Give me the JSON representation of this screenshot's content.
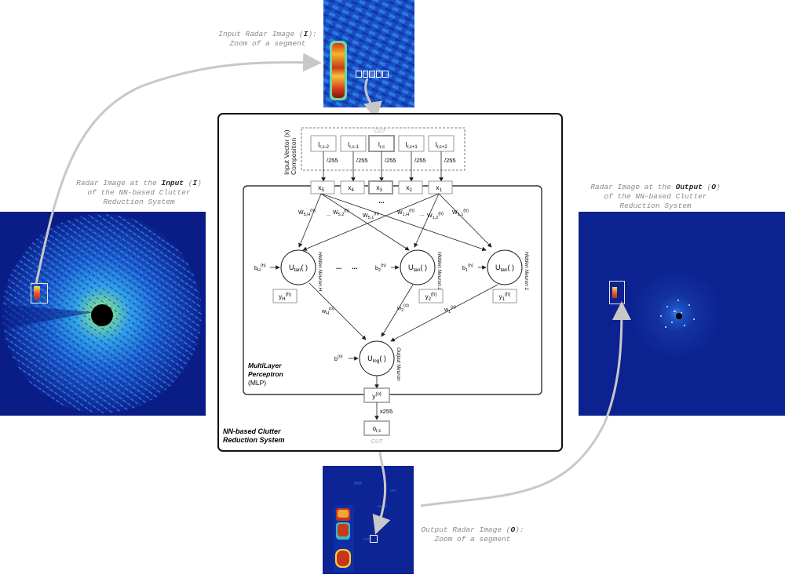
{
  "captions": {
    "input_top_line1_pre": "Input Radar Image (",
    "input_top_line1_bold": "I",
    "input_top_line1_post": "):",
    "input_top_line2": "Zoom of a segment",
    "input_left_line1_pre": "Radar Image at the ",
    "input_left_line1_bold": "Input",
    "input_left_line1_mid": " (",
    "input_left_line1_bold2": "I",
    "input_left_line1_post": ")",
    "input_left_line2": "of the NN-based Clutter",
    "input_left_line3": "Reduction System",
    "output_right_line1_pre": "Radar Image at the ",
    "output_right_line1_bold": "Output",
    "output_right_line1_mid": " (",
    "output_right_line1_bold2": "O",
    "output_right_line1_post": ")",
    "output_right_line2": "of the NN-based Clutter",
    "output_right_line3": "Reduction System",
    "output_bottom_line1_pre": "Output Radar Image (",
    "output_bottom_line1_bold": "O",
    "output_bottom_line1_post": "):",
    "output_bottom_line2": "Zoom of a segment"
  },
  "diagram": {
    "cut_top": "CUT",
    "cut_bottom": "CUT",
    "input_vector_label": "Input Vector (x)",
    "composition_label": "Composition",
    "inputs": [
      {
        "main": "I",
        "sub": "r,c-2"
      },
      {
        "main": "I",
        "sub": "r,c-1"
      },
      {
        "main": "I",
        "sub": "r,c"
      },
      {
        "main": "I",
        "sub": "r,c+1"
      },
      {
        "main": "I",
        "sub": "r,c+2"
      }
    ],
    "divisor": "/255",
    "x_nodes": [
      {
        "main": "x",
        "sub": "5"
      },
      {
        "main": "x",
        "sub": "4"
      },
      {
        "main": "x",
        "sub": "3"
      },
      {
        "main": "x",
        "sub": "2"
      },
      {
        "main": "x",
        "sub": "1"
      }
    ],
    "dots": "...",
    "weights_hidden": [
      "W",
      "5,H",
      "(h)",
      "W",
      "5,2",
      "(h)",
      "W",
      "5,1",
      "(h)",
      "W",
      "1,H",
      "(h)",
      "W",
      "1,2",
      "(h)",
      "W",
      "1,1",
      "(h)"
    ],
    "neuron_func_main": "U",
    "neuron_func_sub": "tan",
    "neuron_func_post": "( )",
    "out_func_main": "U",
    "out_func_sub": "log",
    "out_func_post": "( )",
    "hidden_labels": [
      "Hidden Neuron H",
      "Hidden Neuron 2",
      "Hidden Neuron 1"
    ],
    "output_neuron_label": "Output Neuron",
    "bias_hidden": [
      {
        "main": "b",
        "sub": "H",
        "sup": "(h)"
      },
      {
        "main": "b",
        "sub": "2",
        "sup": "(h)"
      },
      {
        "main": "b",
        "sub": "1",
        "sup": "(h)"
      }
    ],
    "y_hidden": [
      {
        "main": "y",
        "sub": "H",
        "sup": "(h)"
      },
      {
        "main": "y",
        "sub": "2",
        "sup": "(h)"
      },
      {
        "main": "y",
        "sub": "1",
        "sup": "(h)"
      }
    ],
    "w_out": [
      {
        "main": "w",
        "sub": "H",
        "sup": "(o)"
      },
      {
        "main": "w",
        "sub": "2",
        "sup": "(o)"
      },
      {
        "main": "w",
        "sub": "1",
        "sup": "(o)"
      }
    ],
    "bias_out": {
      "main": "b",
      "sup": "(o)"
    },
    "y_out": {
      "main": "y",
      "sup": "(o)"
    },
    "multiply": "x255",
    "o_out": {
      "main": "o",
      "sub": "r,c"
    },
    "mlp_line1": "MultiLayer",
    "mlp_line2": "Perceptron",
    "mlp_line3": "(MLP)",
    "system_line1": "NN-based Clutter",
    "system_line2": "Reduction System"
  },
  "colors": {
    "radar_bg": "#0b1f8c",
    "radar_mid": "#1f56c9",
    "radar_hot": "#d93b17",
    "arrow_gray": "#c8c8c8"
  }
}
